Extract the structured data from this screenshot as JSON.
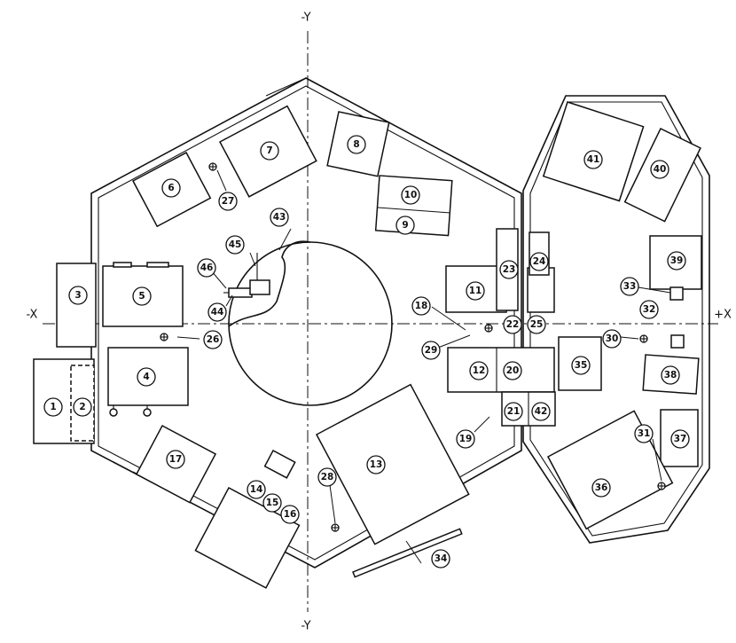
{
  "axes": {
    "top": "-Y",
    "bottom": "-Y",
    "left": "-X",
    "right": "+X"
  },
  "callouts": [
    "1",
    "2",
    "3",
    "4",
    "5",
    "6",
    "7",
    "8",
    "9",
    "10",
    "11",
    "12",
    "13",
    "14",
    "15",
    "16",
    "17",
    "18",
    "19",
    "20",
    "21",
    "22",
    "23",
    "24",
    "25",
    "26",
    "27",
    "28",
    "29",
    "30",
    "31",
    "32",
    "33",
    "34",
    "35",
    "36",
    "37",
    "38",
    "39",
    "40",
    "41",
    "42",
    "43",
    "44",
    "45",
    "46"
  ]
}
